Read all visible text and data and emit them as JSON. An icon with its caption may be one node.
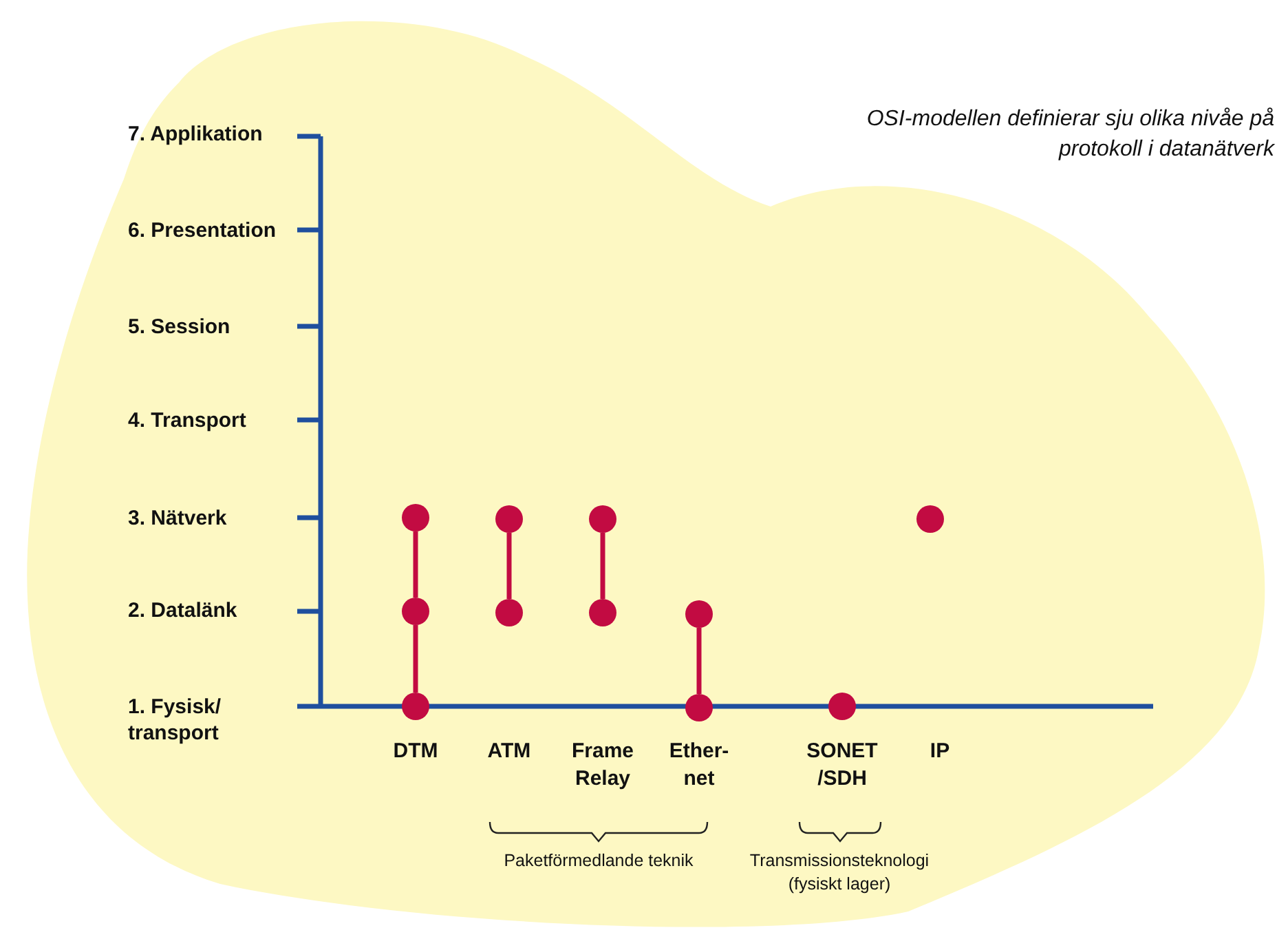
{
  "diagram": {
    "nodes": [
      {
        "text": [],
        "shape": "circle"
      },
      {
        "text": [],
        "shape": "circle"
      },
      {
        "text": [],
        "shape": "circle"
      },
      {
        "text": [],
        "shape": "circle"
      },
      {
        "text": [],
        "shape": "circle"
      },
      {
        "text": [],
        "shape": "circle"
      },
      {
        "text": [],
        "shape": "circle"
      },
      {
        "text": [],
        "shape": "circle"
      },
      {
        "text": [],
        "shape": "circle"
      },
      {
        "text": [],
        "shape": "circle"
      },
      {
        "text": [],
        "shape": "circle"
      }
    ],
    "edges": [
      {
        "from": 0,
        "to": 4,
        "arrow": "none"
      },
      {
        "from": 4,
        "to": 8,
        "arrow": "none"
      },
      {
        "from": 1,
        "to": 5,
        "arrow": "none"
      },
      {
        "from": 2,
        "to": 6,
        "arrow": "none"
      },
      {
        "from": 7,
        "to": 9,
        "arrow": "none"
      }
    ],
    "labels": [
      "OSI-modellen definierar sju olika nivåe på protokoll i datanätverk",
      "7. Applikation",
      "6. Presentation",
      "5. Session",
      "4. Transport",
      "3. Nätverk",
      "2. Datalänk",
      "1. Fysisk/ transport",
      "DTM",
      "ATM",
      "Frame Relay",
      "Ether- net",
      "SONET /SDH",
      "IP",
      "Paketförmedlande teknik",
      "Transmissionsteknologi (fysiskt lager)"
    ]
  }
}
